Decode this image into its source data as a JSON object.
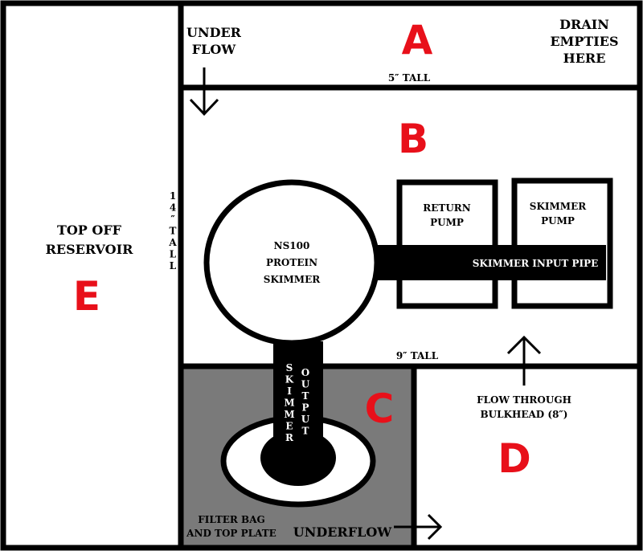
{
  "colors": {
    "accent": "#e8101a",
    "sump_c_fill": "#7a7a7a",
    "line": "#000000",
    "background": "#ffffff"
  },
  "section_a": {
    "letter": "A",
    "underflow_line1": "UNDER",
    "underflow_line2": "FLOW",
    "drain_line1": "DRAIN",
    "drain_line2": "EMPTIES",
    "drain_line3": "HERE",
    "height_label": "5″ TALL"
  },
  "section_b": {
    "letter": "B",
    "total_height": [
      "1",
      "4",
      "″",
      "T",
      "A",
      "L",
      "L"
    ],
    "skimmer_line1": "NS100",
    "skimmer_line2": "PROTEIN",
    "skimmer_line3": "SKIMMER",
    "return_pump_line1": "RETURN",
    "return_pump_line2": "PUMP",
    "skimmer_pump_line1": "SKIMMER",
    "skimmer_pump_line2": "PUMP",
    "input_pipe": "SKIMMER INPUT PIPE",
    "height_label": "9″ TALL"
  },
  "section_c": {
    "letter": "C",
    "skimmer_output_col1": [
      "S",
      "K",
      "I",
      "M",
      "M",
      "E",
      "R"
    ],
    "skimmer_output_col2": [
      "O",
      "U",
      "T",
      "P",
      "U",
      "T"
    ],
    "filter_line1": "FILTER BAG",
    "filter_line2": "AND TOP PLATE",
    "underflow": "UNDERFLOW"
  },
  "section_d": {
    "letter": "D",
    "flow_line1": "FLOW THROUGH",
    "flow_line2": "BULKHEAD (8″)"
  },
  "section_e": {
    "letter": "E",
    "label_line1": "TOP OFF",
    "label_line2": "RESERVOIR"
  },
  "icons": {
    "underflow_arrow": "arrow-down-icon",
    "bulkhead_arrow": "arrow-up-icon",
    "underflow_right_arrow": "arrow-right-icon"
  }
}
